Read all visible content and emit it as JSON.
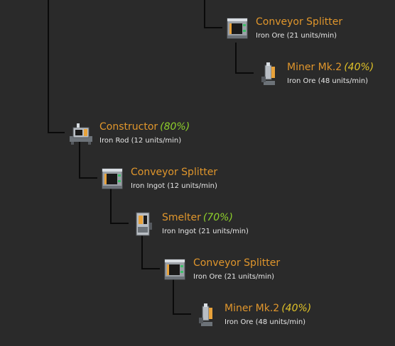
{
  "nodes": [
    {
      "id": "conveyor-splitter-1",
      "icon": "conveyor-splitter-icon",
      "title": "Conveyor Splitter",
      "efficiency": "",
      "output": "Iron Ore (21 units/min)"
    },
    {
      "id": "miner-mk2-1",
      "icon": "miner-icon",
      "title": "Miner Mk.2",
      "efficiency": "(40%)",
      "output": "Iron Ore (48 units/min)"
    },
    {
      "id": "constructor",
      "icon": "constructor-icon",
      "title": "Constructor",
      "efficiency": "(80%)",
      "output": "Iron Rod (12 units/min)"
    },
    {
      "id": "conveyor-splitter-2",
      "icon": "conveyor-splitter-icon",
      "title": "Conveyor Splitter",
      "efficiency": "",
      "output": "Iron Ingot (12 units/min)"
    },
    {
      "id": "smelter",
      "icon": "smelter-icon",
      "title": "Smelter",
      "efficiency": "(70%)",
      "output": "Iron Ingot (21 units/min)"
    },
    {
      "id": "conveyor-splitter-3",
      "icon": "conveyor-splitter-icon",
      "title": "Conveyor Splitter",
      "efficiency": "",
      "output": "Iron Ore (21 units/min)"
    },
    {
      "id": "miner-mk2-2",
      "icon": "miner-icon",
      "title": "Miner Mk.2",
      "efficiency": "(40%)",
      "output": "Iron Ore (48 units/min)"
    }
  ],
  "colors": {
    "background": "#2a2a2a",
    "title": "#e0962c",
    "efficiency_green": "#8fd12b",
    "efficiency_yellow": "#e0c228",
    "subtitle": "#e6e6e6",
    "connector": "#0a0a0a"
  }
}
